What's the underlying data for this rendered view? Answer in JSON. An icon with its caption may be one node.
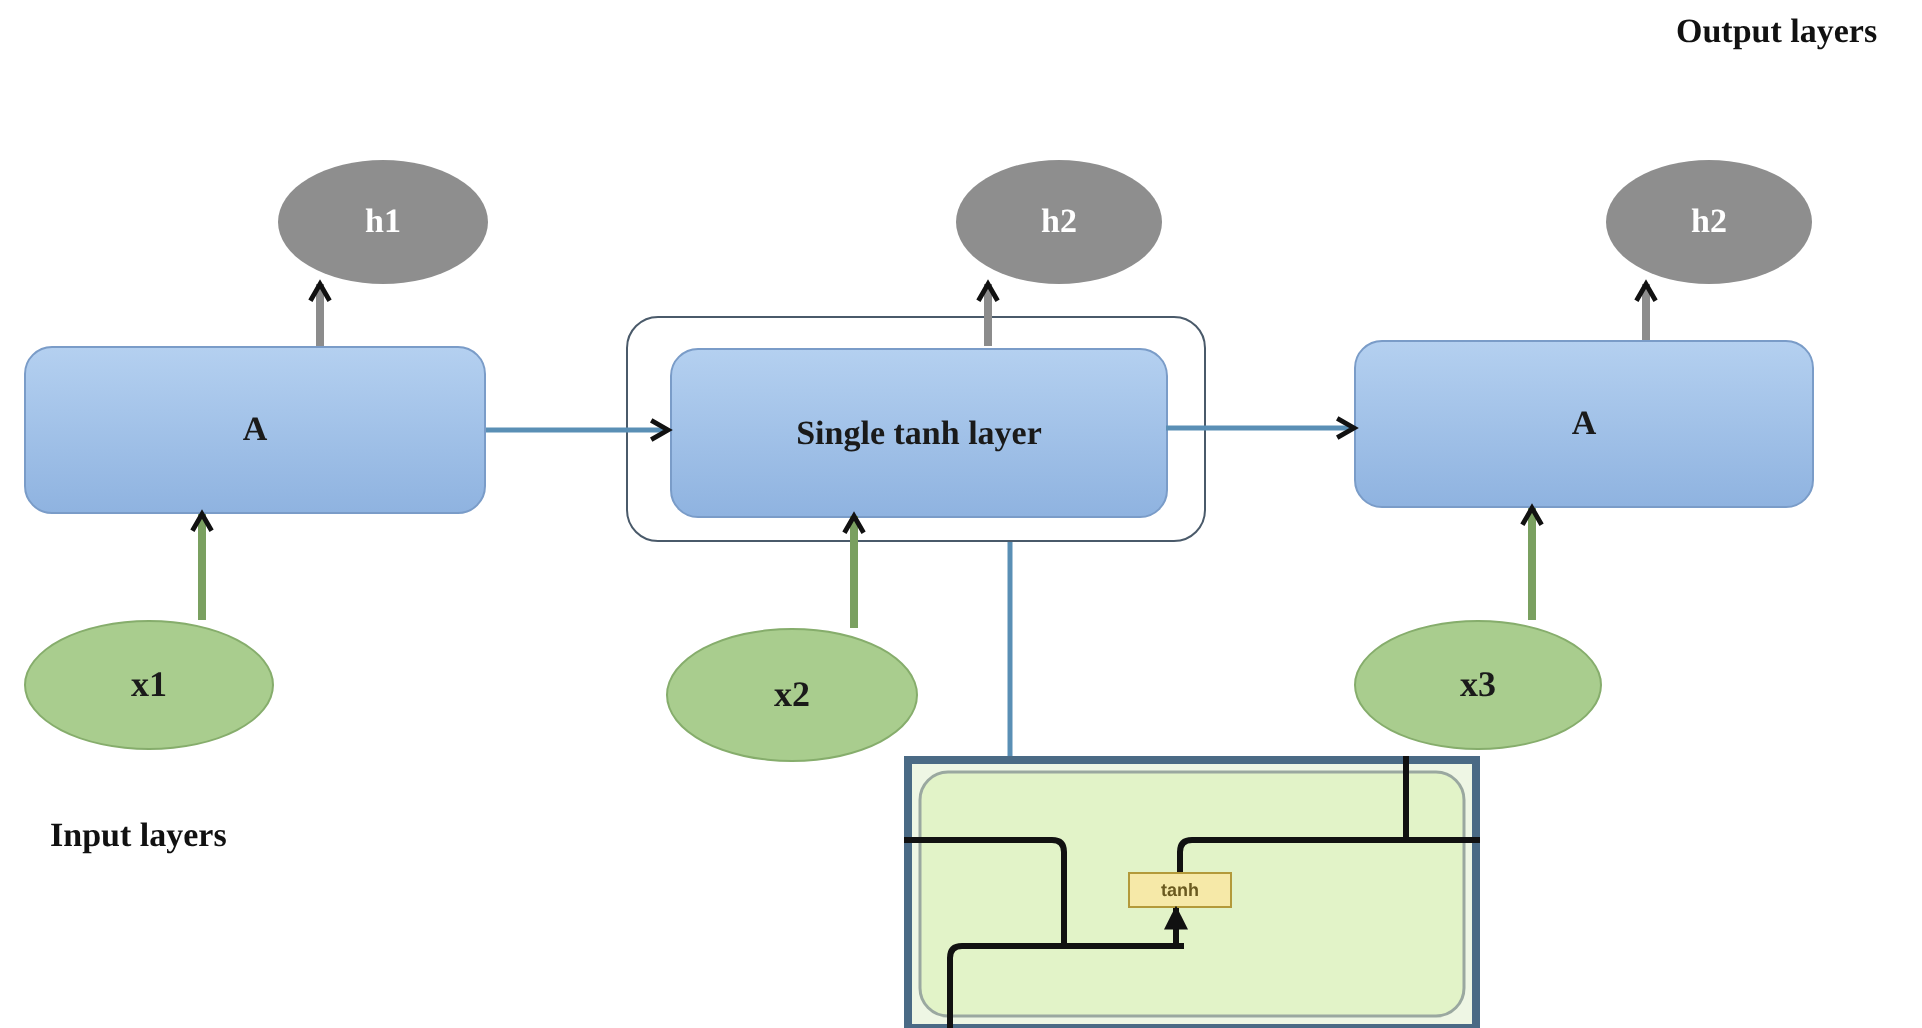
{
  "diagram": {
    "nodes": [
      {
        "text": [
          "h1"
        ]
      },
      {
        "text": [
          "h2"
        ]
      },
      {
        "text": [
          "h2"
        ]
      },
      {
        "text": [
          "A"
        ]
      },
      {
        "text": [],
        "shape": "box"
      },
      {
        "text": [
          "Single tanh layer"
        ],
        "in": 4
      },
      {
        "text": [
          "A"
        ]
      },
      {
        "text": [
          "x1"
        ]
      },
      {
        "text": [
          "x2"
        ]
      },
      {
        "text": [
          "x3"
        ]
      },
      {
        "text": [],
        "shape": "picture"
      },
      {
        "text": [
          "tanh"
        ],
        "in": 10
      }
    ],
    "edges": [
      {
        "from": 3,
        "to": 0,
        "arrow": "to"
      },
      {
        "from": 5,
        "to": 1,
        "arrow": "to"
      },
      {
        "from": 6,
        "to": 2,
        "arrow": "to"
      },
      {
        "from": 7,
        "to": 3,
        "arrow": "to",
        "color": "#7aa060"
      },
      {
        "from": 8,
        "to": 5,
        "arrow": "to",
        "color": "#7aa060"
      },
      {
        "from": 9,
        "to": 6,
        "arrow": "to",
        "color": "#7aa060"
      },
      {
        "from": 3,
        "to": 5,
        "arrow": "to",
        "color": "#5a8fb5"
      },
      {
        "from": 5,
        "to": 6,
        "arrow": "to",
        "color": "#5a8fb5"
      },
      {
        "from": 4,
        "to": 10,
        "arrow": "none",
        "color": "#5a8fb5"
      },
      {
        "from": null,
        "to": 11,
        "arrow": "to",
        "color": "#111111"
      }
    ],
    "labels": [
      "Output layers",
      "Input layers"
    ]
  }
}
